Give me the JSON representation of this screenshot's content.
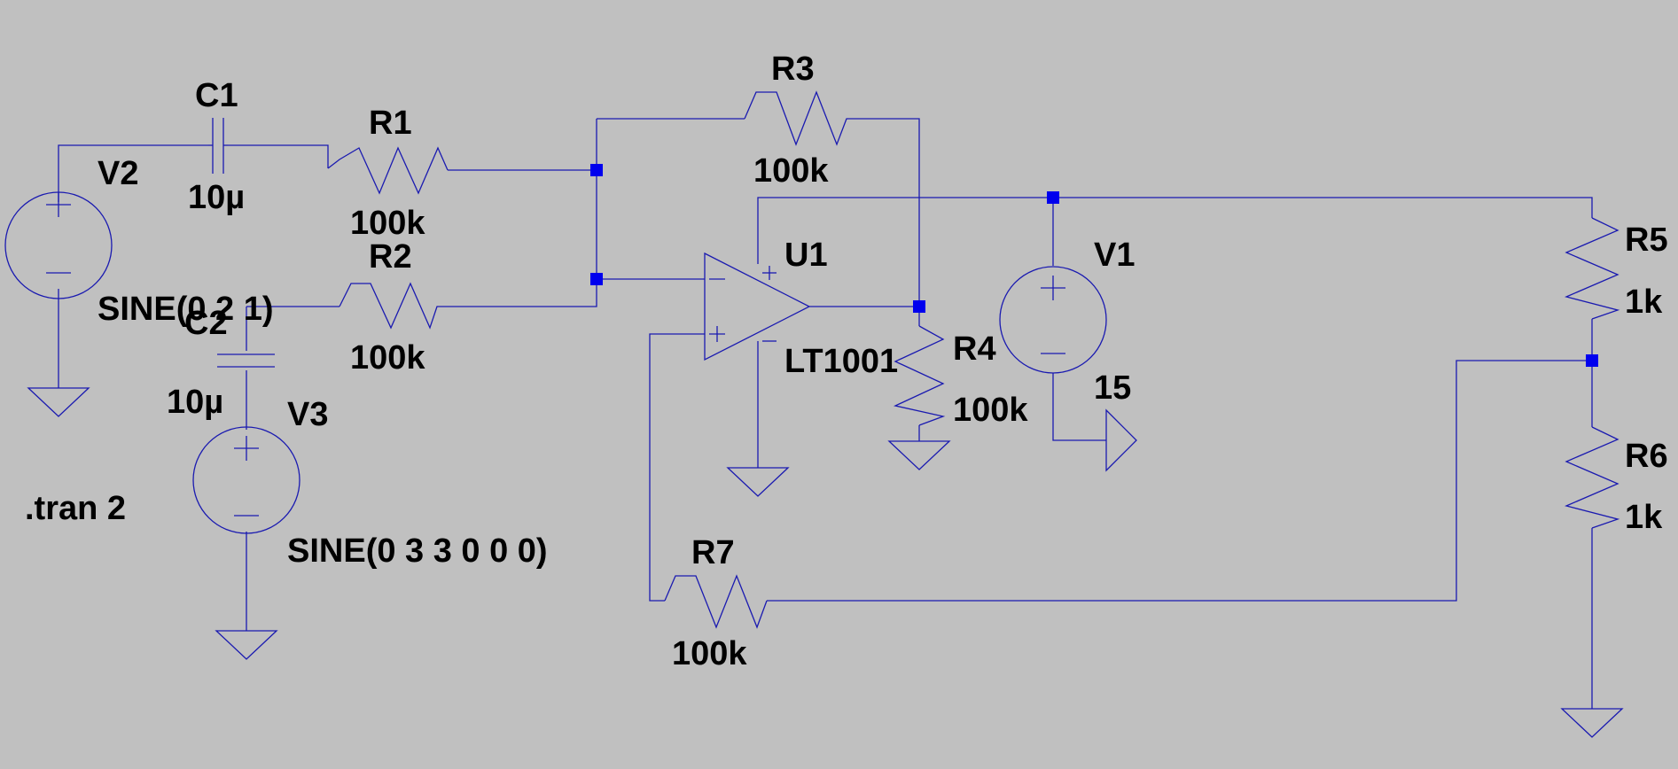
{
  "colors": {
    "background": "#c0c0c0",
    "wire": "#1a1ab0",
    "junction": "#0000ee",
    "text": "#000000"
  },
  "components": {
    "C1": {
      "name": "C1",
      "value": "10µ"
    },
    "C2": {
      "name": "C2",
      "value": "10µ"
    },
    "R1": {
      "name": "R1",
      "value": "100k"
    },
    "R2": {
      "name": "R2",
      "value": "100k"
    },
    "R3": {
      "name": "R3",
      "value": "100k"
    },
    "R4": {
      "name": "R4",
      "value": "100k"
    },
    "R5": {
      "name": "R5",
      "value": "1k"
    },
    "R6": {
      "name": "R6",
      "value": "1k"
    },
    "R7": {
      "name": "R7",
      "value": "100k"
    },
    "V1": {
      "name": "V1",
      "value": "15"
    },
    "V2": {
      "name": "V2",
      "value": "SINE(0 2 1)"
    },
    "V3": {
      "name": "V3",
      "value": "SINE(0 3 3 0 0 0)"
    },
    "U1": {
      "name": "U1",
      "value": "LT1001"
    }
  },
  "directive": ".tran 2"
}
